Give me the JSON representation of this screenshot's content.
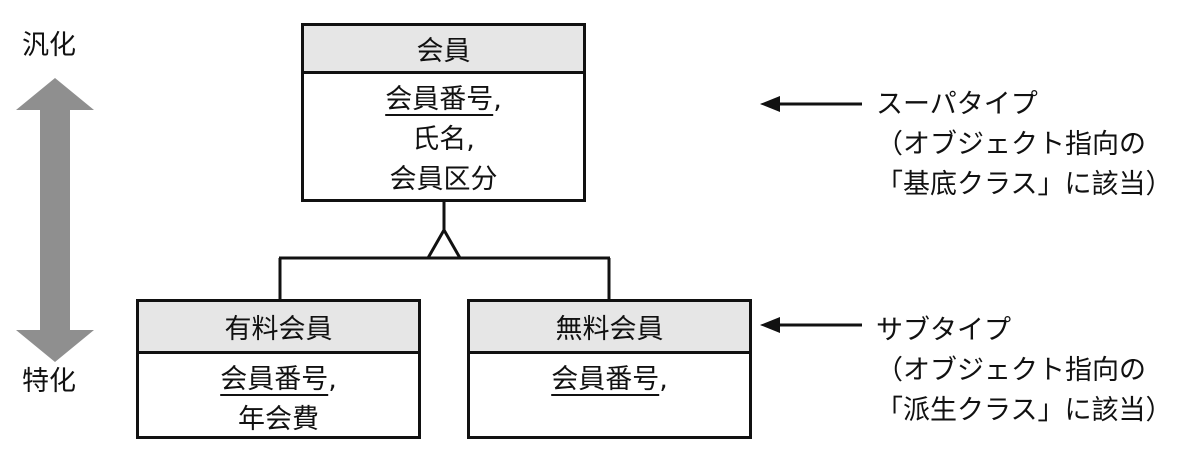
{
  "axis": {
    "top_label": "汎化",
    "bottom_label": "特化"
  },
  "supertype": {
    "name": "会員",
    "attributes": [
      {
        "text": "会員番号",
        "suffix": ",",
        "key": true
      },
      {
        "text": "氏名",
        "suffix": ",",
        "key": false
      },
      {
        "text": "会員区分",
        "suffix": "",
        "key": false
      }
    ]
  },
  "subtypes": [
    {
      "name": "有料会員",
      "attributes": [
        {
          "text": "会員番号",
          "suffix": ",",
          "key": true
        },
        {
          "text": "年会費",
          "suffix": "",
          "key": false
        }
      ]
    },
    {
      "name": "無料会員",
      "attributes": [
        {
          "text": "会員番号",
          "suffix": ",",
          "key": true
        }
      ]
    }
  ],
  "annotations": {
    "supertype": [
      "スーパタイプ",
      "（オブジェクト指向の",
      "「基底クラス」に該当）"
    ],
    "subtype": [
      "サブタイプ",
      "（オブジェクト指向の",
      "「派生クラス」に該当）"
    ]
  },
  "colors": {
    "arrow_gray": "#8f8f8f",
    "header_fill": "#e6e6e6",
    "line": "#111111"
  }
}
